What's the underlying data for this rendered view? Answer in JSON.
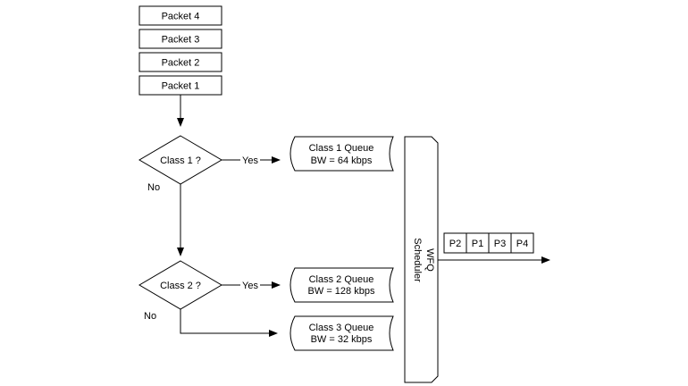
{
  "packets_in": [
    "Packet 4",
    "Packet 3",
    "Packet 2",
    "Packet 1"
  ],
  "decisions": [
    {
      "label": "Class 1 ?",
      "yes": "Yes",
      "no": "No"
    },
    {
      "label": "Class 2 ?",
      "yes": "Yes",
      "no": "No"
    }
  ],
  "queues": [
    {
      "name": "Class 1 Queue",
      "bw": "BW = 64 kbps"
    },
    {
      "name": "Class 2 Queue",
      "bw": "BW = 128 kbps"
    },
    {
      "name": "Class 3 Queue",
      "bw": "BW = 32 kbps"
    }
  ],
  "scheduler": {
    "line1": "WFQ",
    "line2": "Scheduler"
  },
  "output_packets": [
    "P2",
    "P1",
    "P3",
    "P4"
  ]
}
